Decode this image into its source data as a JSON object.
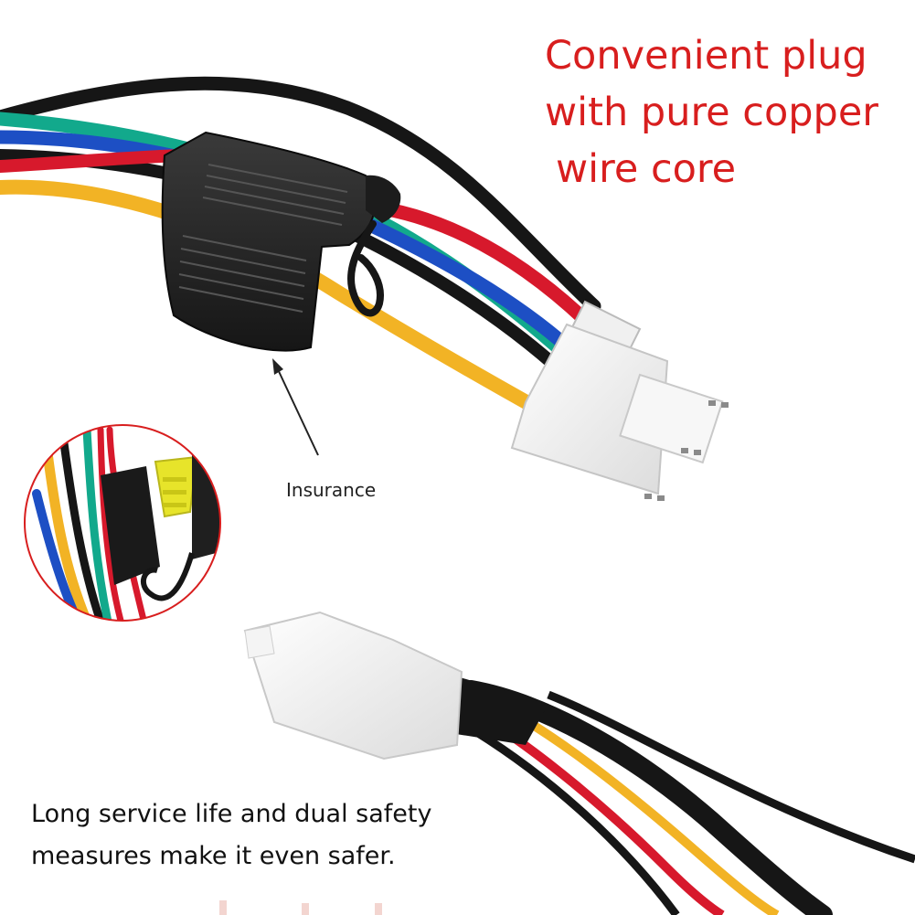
{
  "headline": {
    "line1": "Convenient plug",
    "line2": "with pure copper",
    "line3": "wire core"
  },
  "callout": {
    "label": "Insurance"
  },
  "footnote": {
    "line1": "Long service life and dual safety",
    "line2": "measures make it even safer."
  },
  "colors": {
    "headline_text": "#d81e1e",
    "inset_circle_border": "#d81e1e",
    "wire_black": "#161616",
    "wire_red": "#d7192c",
    "wire_blue": "#1d4fc4",
    "wire_green": "#12a98c",
    "wire_yellow": "#f2b325",
    "connector_white": "#f4f4f4",
    "fuse_yellow": "#e7e42a"
  }
}
